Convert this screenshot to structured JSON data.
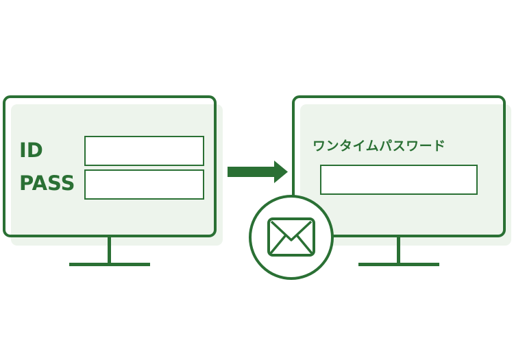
{
  "colors": {
    "primary": "#2a7034",
    "panel_fill": "#edf4ec",
    "background": "#ffffff"
  },
  "login_screen": {
    "id_label": "ID",
    "pass_label": "PASS",
    "id_field_value": "",
    "pass_field_value": ""
  },
  "otp_screen": {
    "title": "ワンタイムパスワード",
    "otp_field_value": ""
  },
  "icons": {
    "arrow": "right-arrow-icon",
    "mail": "envelope-icon",
    "monitor": "monitor-icon"
  }
}
